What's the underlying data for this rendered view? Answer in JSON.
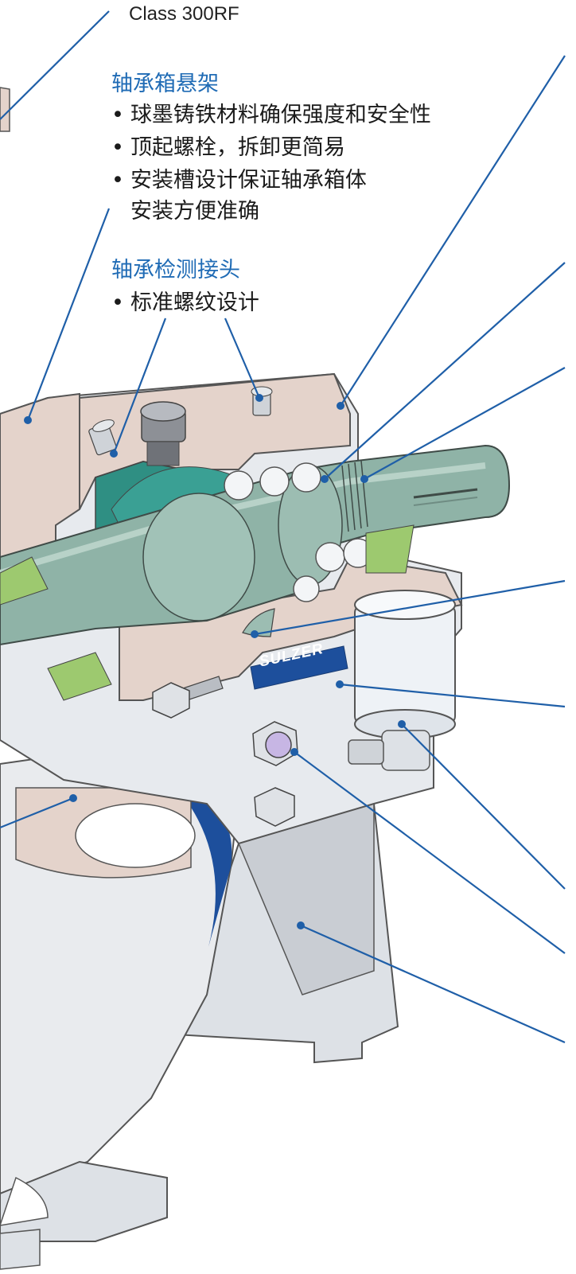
{
  "flange_class": "Class 300RF",
  "callouts": {
    "bearing_bracket": {
      "title": "轴承箱悬架",
      "bullets": [
        "球墨铸铁材料确保强度和安全性",
        "顶起螺栓，拆卸更简易",
        "安装槽设计保证轴承箱体",
        "安装方便准确"
      ]
    },
    "bearing_sensor": {
      "title": "轴承检测接头",
      "bullets": [
        "标准螺纹设计"
      ]
    }
  },
  "brand_logo": "SULZER",
  "colors": {
    "callout_title": "#1f6bb5",
    "leader_line": "#1f5fa8",
    "body_text": "#1b1b1b",
    "shaft": "#8fb3a7",
    "casing_section": "#e4d3cb",
    "housing": "#e7eaee",
    "cavity": "#2f8f83",
    "volute_accent": "#1d4f9c"
  }
}
